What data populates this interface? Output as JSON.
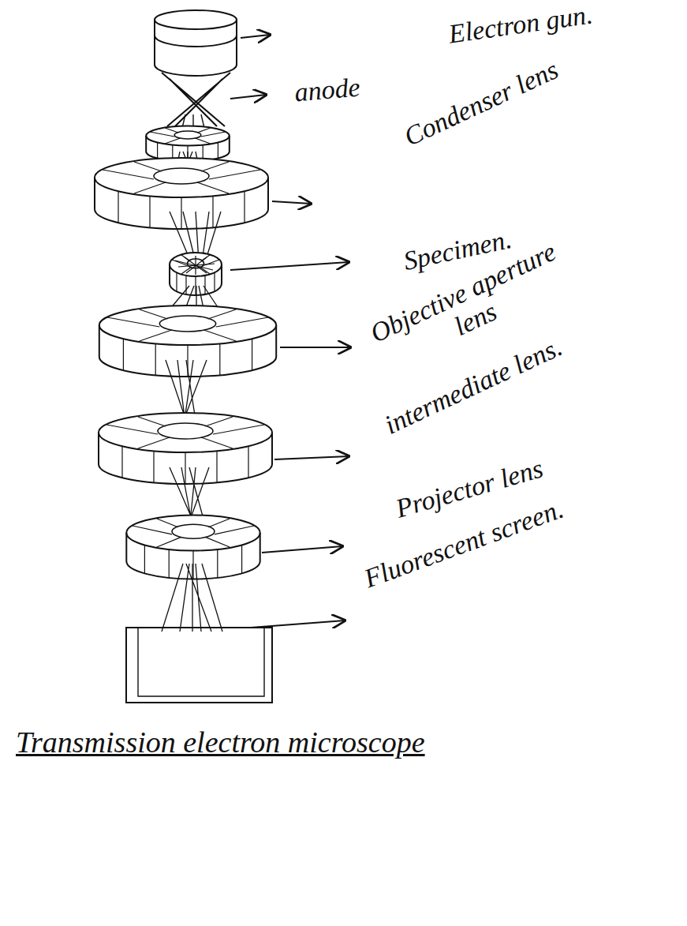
{
  "diagram": {
    "caption": "Transmission electron microscope",
    "labels": [
      "Electron gun.",
      "anode",
      "Condenser lens",
      "Specimen.",
      "Objective aperture lens",
      "intermediate lens.",
      "Projector lens",
      "Fluorescent screen."
    ]
  }
}
